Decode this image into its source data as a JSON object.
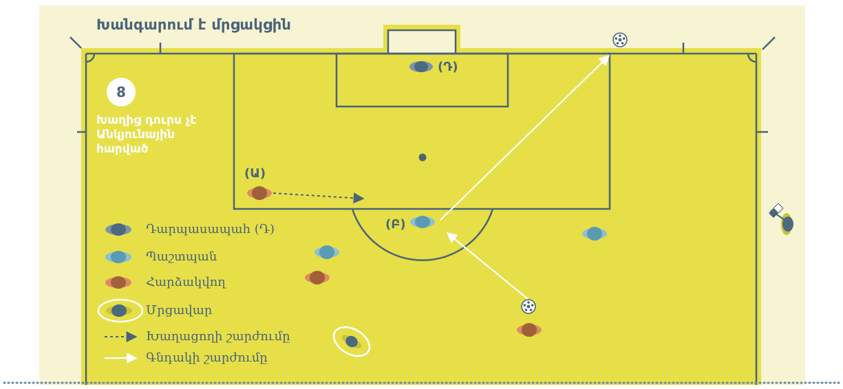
{
  "title": "Խանգարում է մրցակցին",
  "badge_number": "8",
  "rule_name": [
    "Խաղից դուրս չէ",
    "Անկյունային",
    "հարված"
  ],
  "player_labels": {
    "a": "(Ա)",
    "b": "(Բ)",
    "d": "(Դ)"
  },
  "legend": [
    {
      "icon": "goalkeeper",
      "label": "Դարպասապահ (Դ)"
    },
    {
      "icon": "defender",
      "label": "Պաշտպան"
    },
    {
      "icon": "attacker",
      "label": "Հարձակվող"
    },
    {
      "icon": "referee",
      "label": "Մրցավար"
    },
    {
      "icon": "dashed-arrow",
      "label": "Խաղացողի շարժումը"
    },
    {
      "icon": "solid-arrow",
      "label": "Գնդակի շարժումը"
    }
  ],
  "colors": {
    "pitch": "#e6df48",
    "outer_area": "#f7f4d3",
    "line_color": "#4a6478",
    "goalkeeper": "#4b6a80",
    "defender": "#5b9ab3",
    "attacker": "#a0613a",
    "referee_ring": "#ffffff"
  }
}
